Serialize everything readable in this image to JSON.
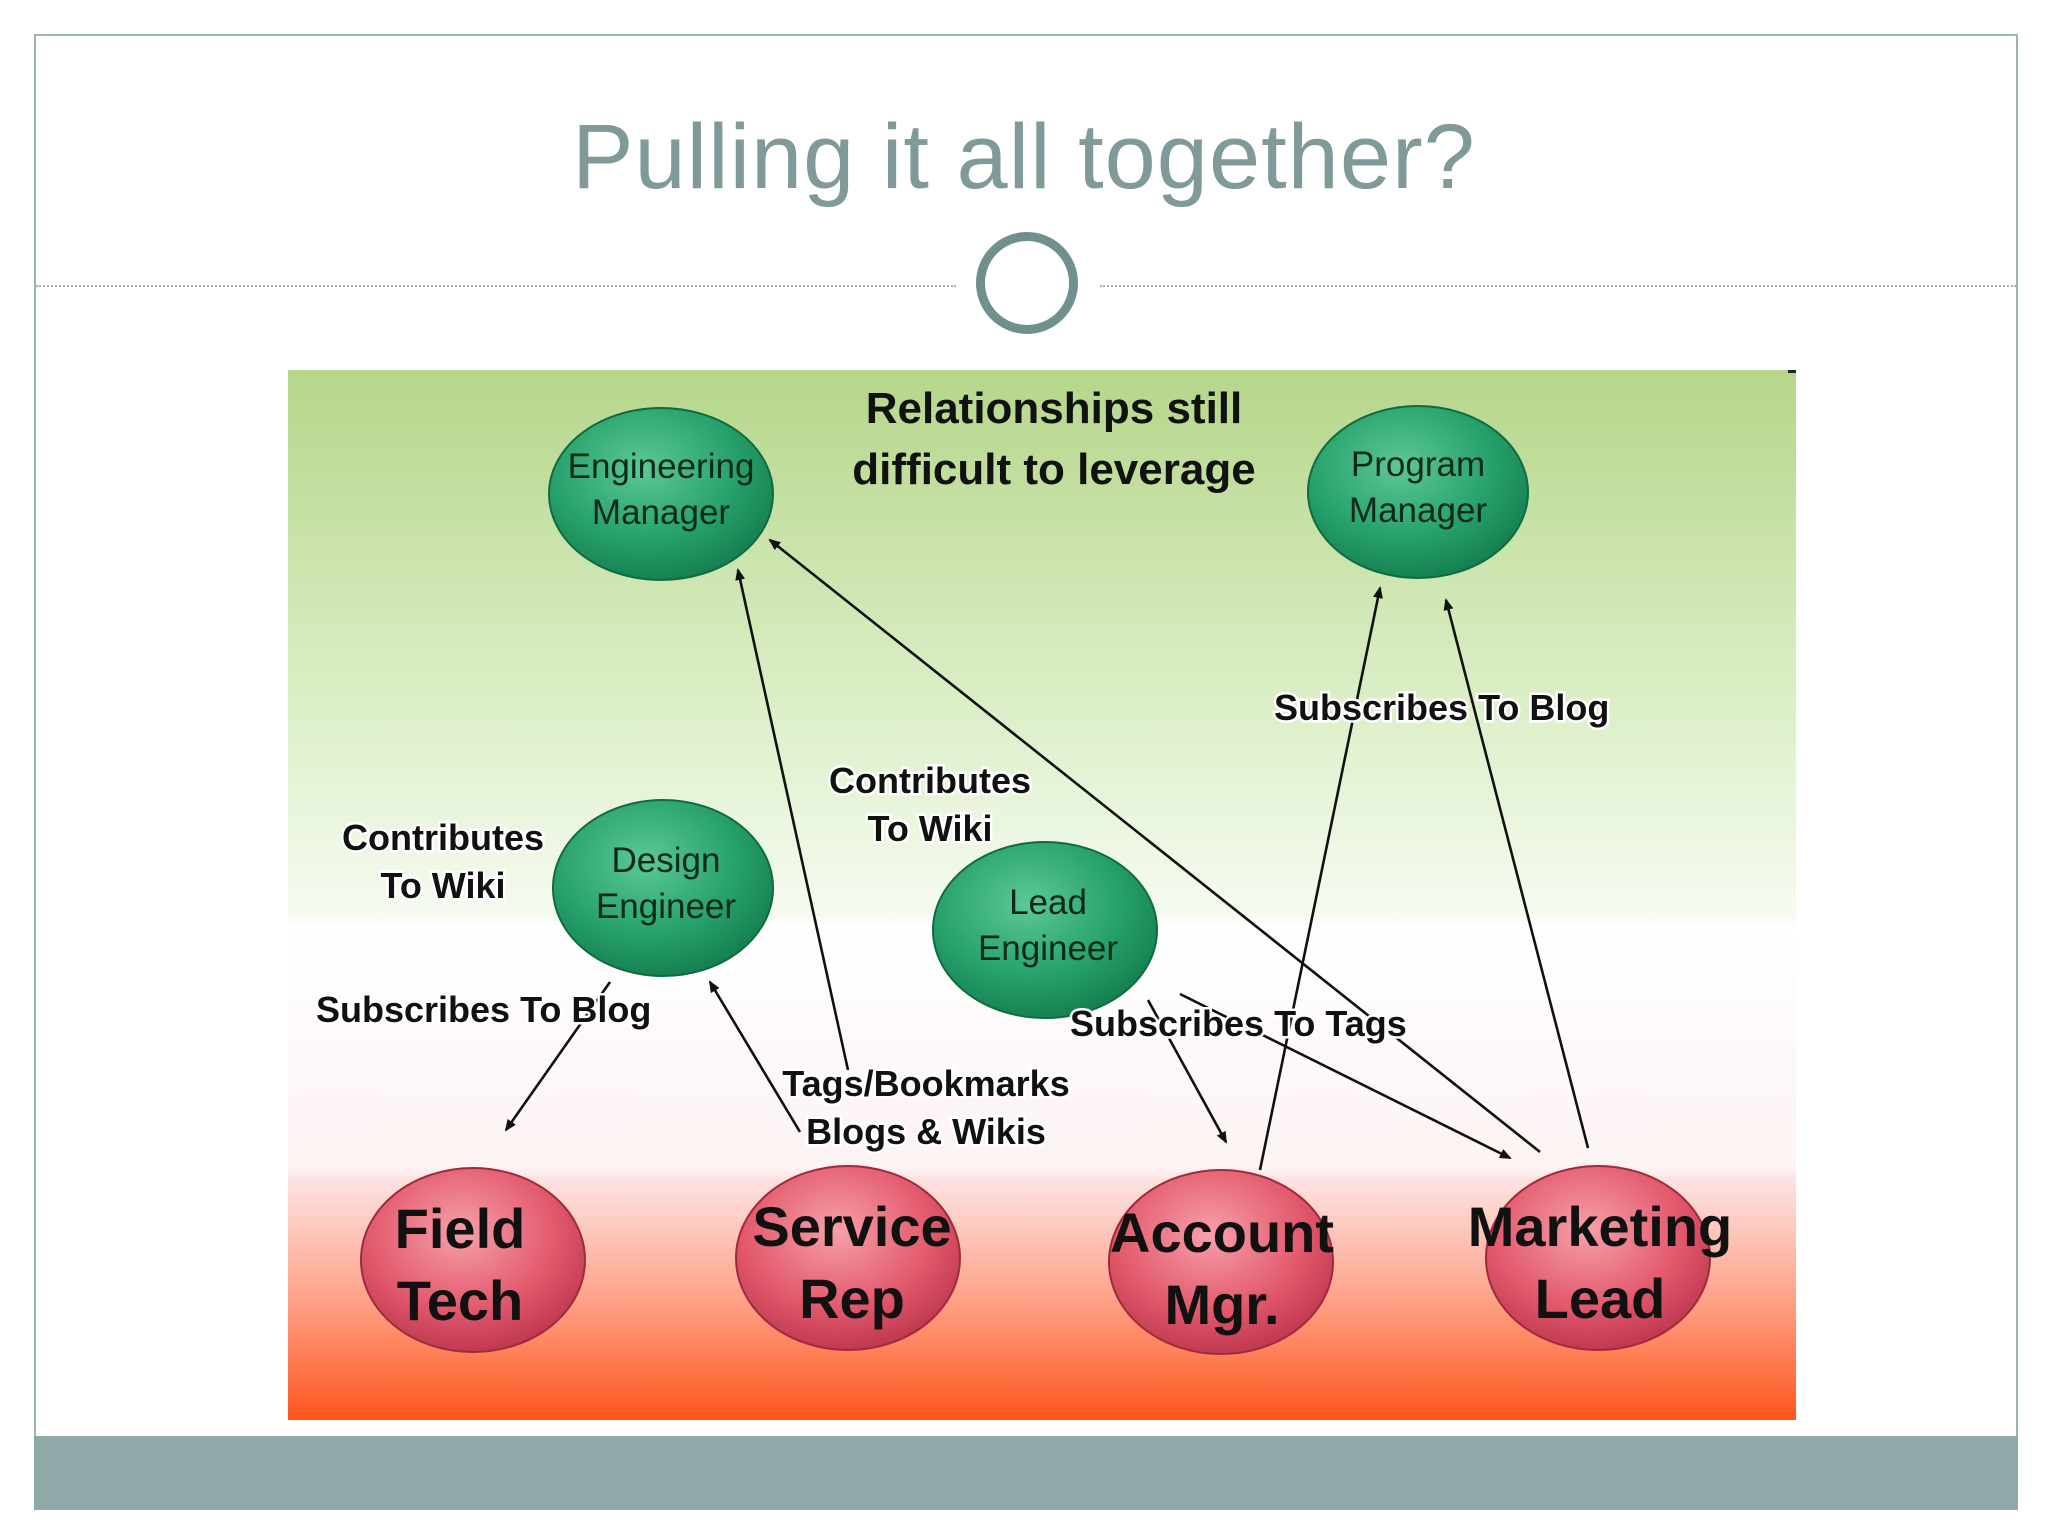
{
  "slide": {
    "title": "Pulling it all together?"
  },
  "diagram": {
    "heading_line1": "Relationships still",
    "heading_line2": "difficult to leverage",
    "colors": {
      "top_green": "#b8d88e",
      "bottom_red": "#ff5a1e",
      "green_node": "#2aa36e",
      "red_node": "#e0566a",
      "arrow": "#111111"
    },
    "nodes": {
      "engineering_manager": {
        "line1": "Engineering",
        "line2": "Manager"
      },
      "program_manager": {
        "line1": "Program",
        "line2": "Manager"
      },
      "design_engineer": {
        "line1": "Design",
        "line2": "Engineer"
      },
      "lead_engineer": {
        "line1": "Lead",
        "line2": "Engineer"
      },
      "field_tech": {
        "line1": "Field",
        "line2": "Tech"
      },
      "service_rep": {
        "line1": "Service",
        "line2": "Rep"
      },
      "account_mgr": {
        "line1": "Account",
        "line2": "Mgr."
      },
      "marketing_lead": {
        "line1": "Marketing",
        "line2": "Lead"
      }
    },
    "edge_labels": {
      "contributes_left_1": "Contributes",
      "contributes_left_2": "To Wiki",
      "contributes_center_1": "Contributes",
      "contributes_center_2": "To Wiki",
      "subscribes_blog_left": "Subscribes To Blog",
      "subscribes_blog_right": "Subscribes To Blog",
      "subscribes_tags": "Subscribes To Tags",
      "tags_bookmarks": "Tags/Bookmarks",
      "blogs_wikis": "Blogs & Wikis"
    }
  }
}
